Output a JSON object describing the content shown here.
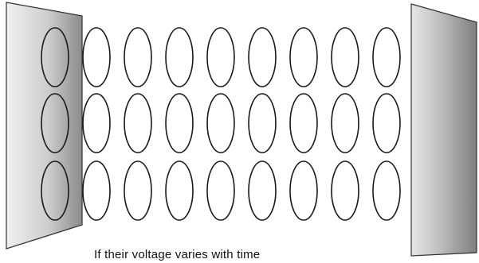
{
  "caption": "If their voltage varies with time",
  "colors": {
    "background": "#ffffff",
    "ellipse_stroke": "#1a1a1a",
    "ellipse_fill": "#ffffff",
    "plate_light": "#f2f2f2",
    "plate_mid": "#cfcfcf",
    "plate_dark": "#8e8e8e",
    "plate_stroke": "#333333"
  },
  "grid": {
    "rows": 3,
    "columns": 9
  }
}
